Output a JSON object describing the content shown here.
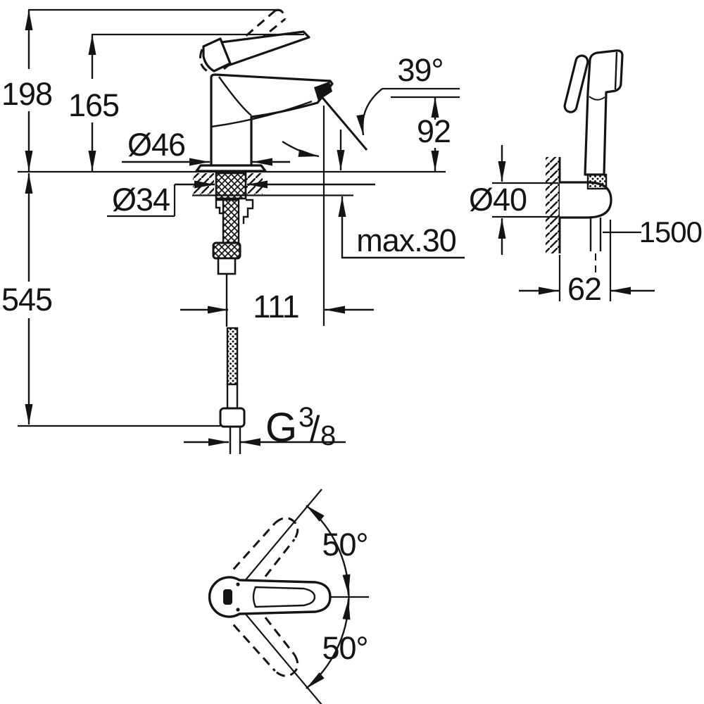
{
  "drawing": {
    "type": "technical dimension drawing",
    "product": "single-lever basin mixer with hand shower set",
    "ink_color": "#141414",
    "background_color": "#ffffff"
  },
  "views": {
    "side_view": {
      "name": "basin mixer side elevation",
      "dimensions": {
        "total_height": "198",
        "body_height": "165",
        "body_diameter": "Ø46",
        "shank_diameter": "Ø34",
        "below_deck_depth": "545",
        "spray_angle": "39°",
        "spout_height": "92",
        "max_mounting_thickness": "max.30",
        "spout_reach": "111",
        "thread": {
          "letter": "G",
          "numerator": "3",
          "slash": "/",
          "denominator": "8"
        }
      }
    },
    "hand_shower_view": {
      "name": "hand shower with wall holder",
      "dimensions": {
        "holder_diameter": "Ø40",
        "hose_length": "1500",
        "wall_projection": "62"
      }
    },
    "top_view": {
      "name": "handle swivel range top view",
      "dimensions": {
        "swivel_angle_up": "50°",
        "swivel_angle_down": "50°"
      }
    }
  }
}
